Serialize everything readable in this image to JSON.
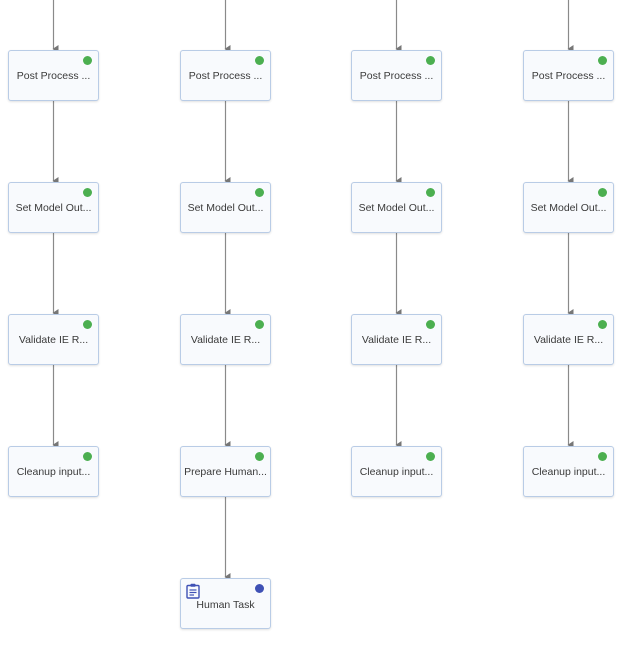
{
  "status_colors": {
    "completed": "#4caf50",
    "active": "#3f51b5"
  },
  "columns": [
    {
      "nodes": [
        {
          "label": "Post Process ...",
          "status": "completed"
        },
        {
          "label": "Set Model Out...",
          "status": "completed"
        },
        {
          "label": "Validate IE R...",
          "status": "completed"
        },
        {
          "label": "Cleanup input...",
          "status": "completed"
        }
      ]
    },
    {
      "nodes": [
        {
          "label": "Post Process ...",
          "status": "completed"
        },
        {
          "label": "Set Model Out...",
          "status": "completed"
        },
        {
          "label": "Validate IE R...",
          "status": "completed"
        },
        {
          "label": "Prepare Human...",
          "status": "completed"
        },
        {
          "label": "Human Task",
          "status": "active",
          "icon": "clipboard-icon"
        }
      ]
    },
    {
      "nodes": [
        {
          "label": "Post Process ...",
          "status": "completed"
        },
        {
          "label": "Set Model Out...",
          "status": "completed"
        },
        {
          "label": "Validate IE R...",
          "status": "completed"
        },
        {
          "label": "Cleanup input...",
          "status": "completed"
        }
      ]
    },
    {
      "nodes": [
        {
          "label": "Post Process ...",
          "status": "completed"
        },
        {
          "label": "Set Model Out...",
          "status": "completed"
        },
        {
          "label": "Validate IE R...",
          "status": "completed"
        },
        {
          "label": "Cleanup input...",
          "status": "completed"
        }
      ]
    }
  ]
}
